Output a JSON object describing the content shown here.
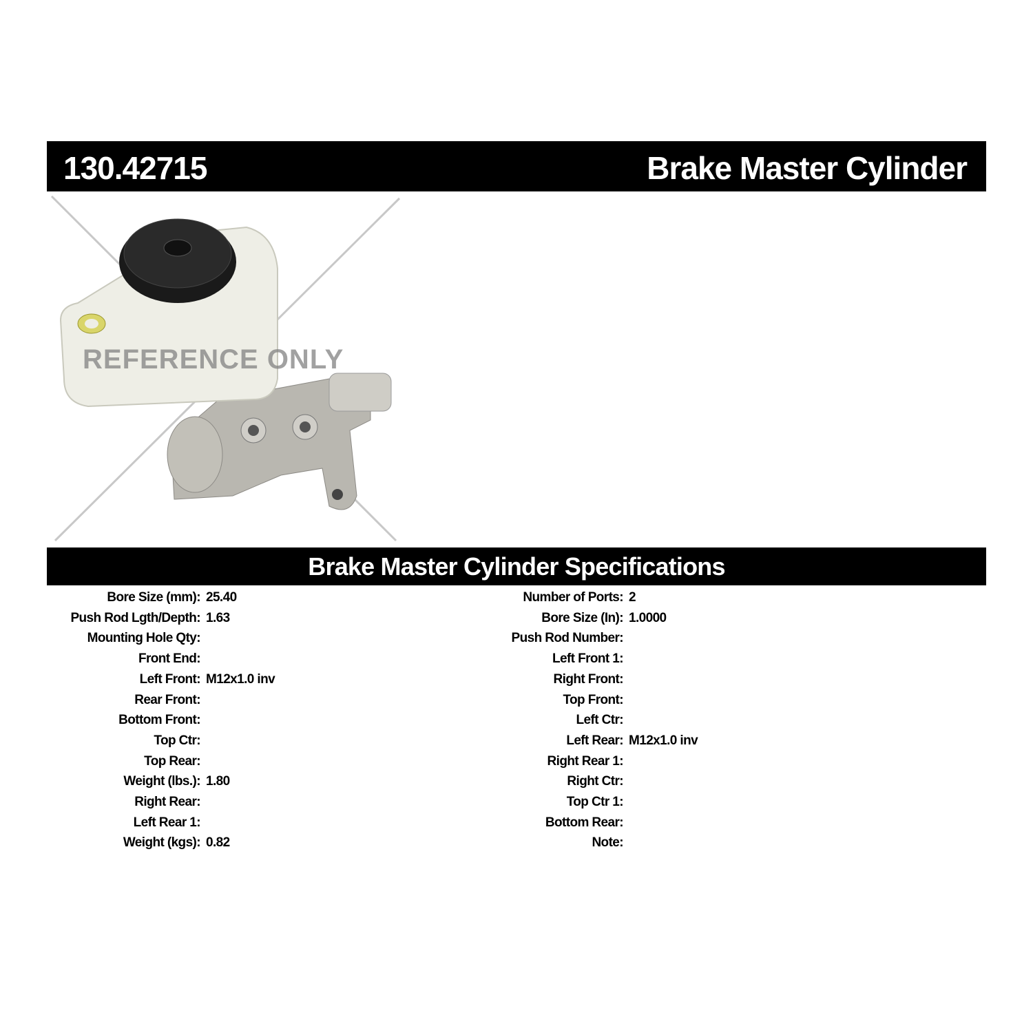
{
  "header": {
    "part_number": "130.42715",
    "part_name": "Brake Master Cylinder"
  },
  "image": {
    "watermark": "REFERENCE ONLY"
  },
  "specs": {
    "title": "Brake Master Cylinder Specifications",
    "left": [
      {
        "label": "Bore Size (mm):",
        "value": "25.40"
      },
      {
        "label": "Push Rod Lgth/Depth:",
        "value": "1.63"
      },
      {
        "label": "Mounting Hole Qty:",
        "value": ""
      },
      {
        "label": "Front End:",
        "value": ""
      },
      {
        "label": "Left Front:",
        "value": "M12x1.0 inv"
      },
      {
        "label": "Rear Front:",
        "value": ""
      },
      {
        "label": "Bottom Front:",
        "value": ""
      },
      {
        "label": "Top Ctr:",
        "value": ""
      },
      {
        "label": "Top Rear:",
        "value": ""
      },
      {
        "label": "Weight (lbs.):",
        "value": "1.80"
      },
      {
        "label": "Right Rear:",
        "value": ""
      },
      {
        "label": "Left Rear 1:",
        "value": ""
      },
      {
        "label": "Weight (kgs):",
        "value": "0.82"
      }
    ],
    "right": [
      {
        "label": "Number of Ports:",
        "value": "2"
      },
      {
        "label": "Bore Size (In):",
        "value": "1.0000"
      },
      {
        "label": "Push Rod Number:",
        "value": ""
      },
      {
        "label": "Left Front 1:",
        "value": ""
      },
      {
        "label": "Right Front:",
        "value": ""
      },
      {
        "label": "Top Front:",
        "value": ""
      },
      {
        "label": "Left Ctr:",
        "value": ""
      },
      {
        "label": "Left Rear:",
        "value": "M12x1.0 inv"
      },
      {
        "label": "Right Rear 1:",
        "value": ""
      },
      {
        "label": "Right Ctr:",
        "value": ""
      },
      {
        "label": "Top Ctr 1:",
        "value": ""
      },
      {
        "label": "Bottom Rear:",
        "value": ""
      },
      {
        "label": "Note:",
        "value": ""
      }
    ]
  }
}
